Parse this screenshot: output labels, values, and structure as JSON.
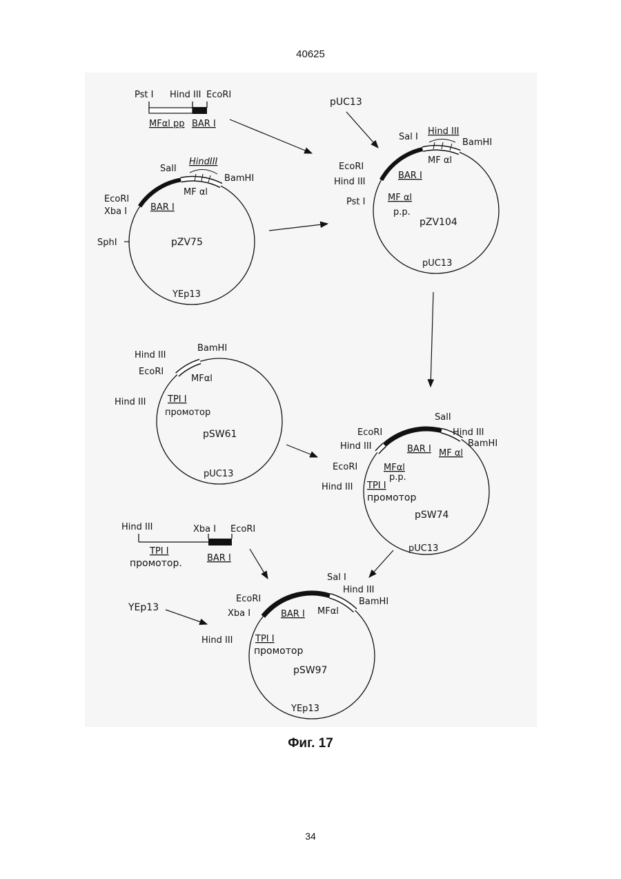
{
  "page": {
    "header_number": "40625",
    "footer_number": "34",
    "caption": "Фиг. 17"
  },
  "fragment_top": {
    "sites": [
      "Pst I",
      "Hind III",
      "EcoRI"
    ],
    "labels": [
      "MFαl pp",
      "BAR I"
    ]
  },
  "fragment_bottom": {
    "sites": [
      "Hind III",
      "Xba I",
      "EcoRI"
    ],
    "labels": [
      "TPI I",
      "промотор.",
      "BAR I"
    ]
  },
  "arrow_labels": {
    "puc13_top": "pUC13",
    "yep13_bottom": "YEp13"
  },
  "plasmids": {
    "pzv75": {
      "name": "pZV75",
      "backbone": "YEp13",
      "sites": [
        "SalI",
        "HindIII",
        "BamHI",
        "EcoRI",
        "Xba I",
        "SphI"
      ],
      "features": [
        "MF αl",
        "BAR I"
      ]
    },
    "pzv104": {
      "name": "pZV104",
      "backbone": "pUC13",
      "sites": [
        "Sal I",
        "Hind III",
        "BamHI",
        "EcoRI",
        "Hind III",
        "Pst I"
      ],
      "features": [
        "MF αl",
        "BAR I",
        "MF αl",
        "p.p."
      ]
    },
    "psw61": {
      "name": "pSW61",
      "backbone": "pUC13",
      "sites": [
        "Hind III",
        "BamHI",
        "EcoRI",
        "Hind III"
      ],
      "features": [
        "MFαl",
        "TPI I",
        "промотор"
      ]
    },
    "psw74": {
      "name": "pSW74",
      "backbone": "pUC13",
      "sites": [
        "SalI",
        "Hind III",
        "BamHI",
        "EcoRI",
        "Hind III",
        "EcoRI",
        "Hind III"
      ],
      "features": [
        "BAR I",
        "MF αl",
        "MFαl",
        "p.p.",
        "TPI I",
        "промотор"
      ]
    },
    "psw97": {
      "name": "pSW97",
      "backbone": "YEp13",
      "sites": [
        "Sal I",
        "Hind III",
        "BamHI",
        "EcoRI",
        "Xba I",
        "Hind III"
      ],
      "features": [
        "BAR I",
        "MFαl",
        "TPI I",
        "промотор"
      ]
    }
  }
}
